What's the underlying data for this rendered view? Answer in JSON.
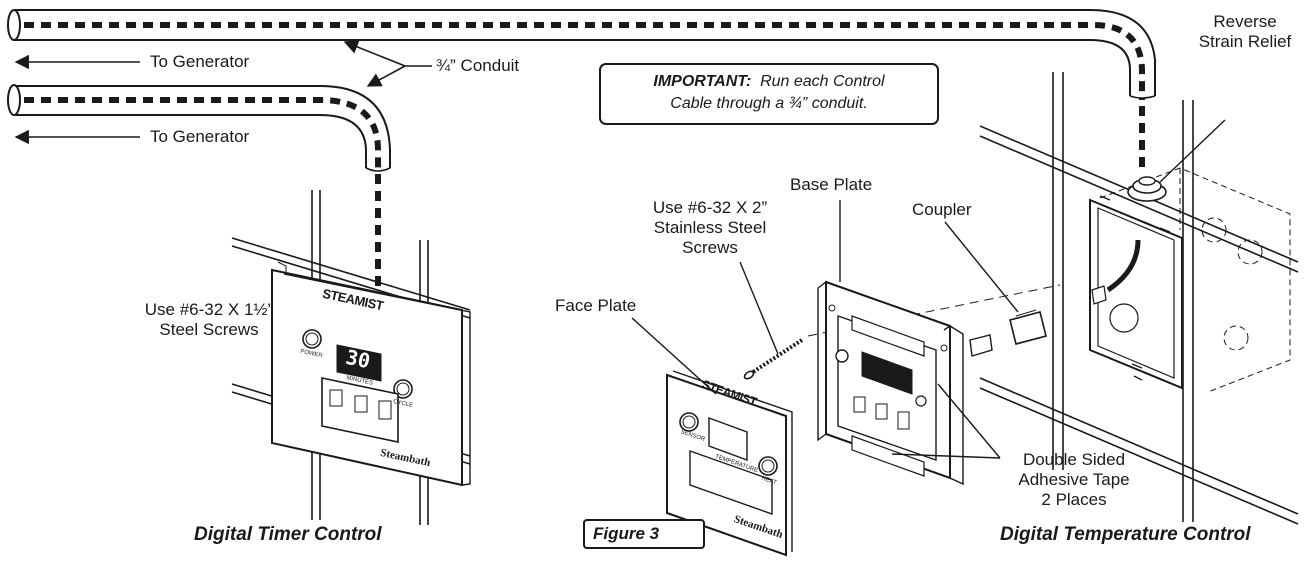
{
  "labels": {
    "to_generator_1": "To Generator",
    "to_generator_2": "To Generator",
    "conduit": "¾” Conduit",
    "important_bold": "IMPORTANT:",
    "important_line1": "Run each Control",
    "important_line2": "Cable through a ¾” conduit.",
    "reverse_strain_relief": "Reverse\nStrain Relief",
    "base_plate": "Base Plate",
    "coupler": "Coupler",
    "screws_2in": "Use #6-32 X 2”\nStainless Steel\nScrews",
    "face_plate": "Face Plate",
    "screws_1half": "Use #6-32 X 1½”\nSteel Screws",
    "tape": "Double Sided\nAdhesive Tape\n2 Places",
    "figure": "Figure 3",
    "timer_title": "Digital Timer Control",
    "temp_title": "Digital Temperature Control"
  },
  "timer_panel": {
    "brand": "STEAMIST",
    "display": "30",
    "display_caption": "MINUTES",
    "power": "POWER",
    "cycle": "CYCLE",
    "footer": "Steambath"
  },
  "face_panel": {
    "brand": "STEAMIST",
    "sensor": "SENSOR",
    "temperature": "TEMPERATURE",
    "heat": "HEAT",
    "footer": "Steambath"
  }
}
